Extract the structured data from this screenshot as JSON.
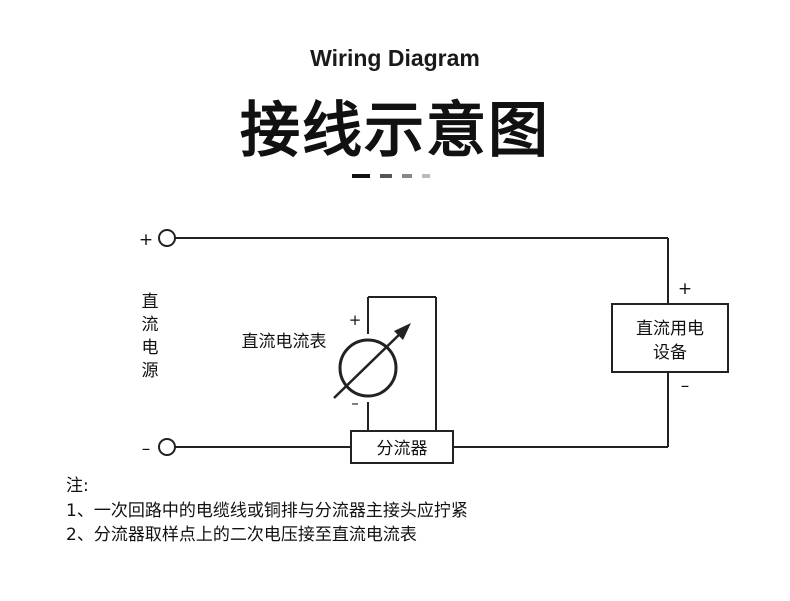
{
  "header": {
    "title_en": "Wiring Diagram",
    "title_cn": "接线示意图"
  },
  "diagram": {
    "source_plus": "+",
    "source_minus": "–",
    "source_label": [
      "直",
      "流",
      "电",
      "源"
    ],
    "ammeter_label": "直流电流表",
    "ammeter_plus": "+",
    "ammeter_minus": "–",
    "shunt_label": "分流器",
    "device_label_line1": "直流用电",
    "device_label_line2": "设备",
    "device_plus": "+",
    "device_minus": "–"
  },
  "notes": {
    "heading": "注:",
    "items": [
      "1、一次回路中的电缆线或铜排与分流器主接头应拧紧",
      "2、分流器取样点上的二次电压接至直流电流表"
    ]
  }
}
